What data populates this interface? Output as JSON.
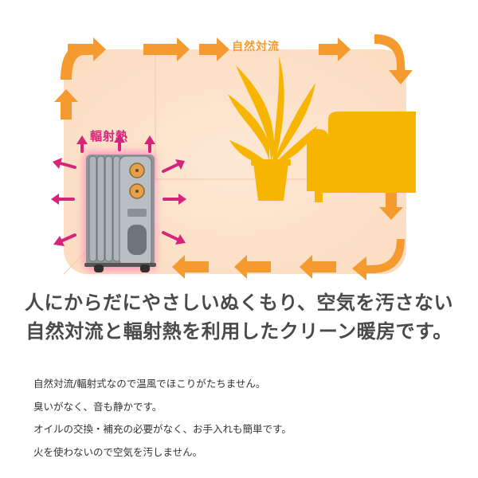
{
  "diagram": {
    "radiant_label": "輻射熱",
    "convection_label": "自然対流"
  },
  "headline": {
    "line1": "人にからだにやさしいぬくもり、空気を汚さない",
    "line2": "自然対流と輻射熱を利用したクリーン暖房です。"
  },
  "features": [
    "自然対流/輻射式なので温風でほこりがたちません。",
    "臭いがなく、音も静かです。",
    "オイルの交換・補充の必要がなく、お手入れも簡単です。",
    "火を使わないので空気を汚しません。"
  ],
  "colors": {
    "room": "#fde3cc",
    "arrow": "#f59a2e",
    "silhouette": "#f7b500",
    "radiant": "#d6247a"
  },
  "icons": [
    "radiator-icon",
    "plant-icon",
    "sofa-icon",
    "convection-arrow-icon",
    "radiant-arrow-icon"
  ]
}
